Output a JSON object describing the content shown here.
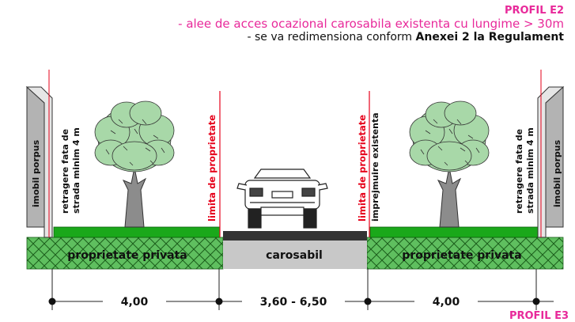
{
  "header": {
    "title": "PROFIL E2",
    "line1": "- alee de acces ocazional carosabila existenta cu lungime > 30m",
    "line2_prefix": "- se va redimensiona conform ",
    "line2_bold": "Anexei 2 la Regulament",
    "next_title_partial": "PROFIL E3"
  },
  "labels": {
    "left_building": "imobil porpus",
    "right_building": "imobil porpus",
    "left_setback_line1": "retragere fata de",
    "left_setback_line2": "strada minim 4 m",
    "right_setback_line1": "retragere fata de",
    "right_setback_line2": "strada minim 4 m",
    "left_property_limit": "limita de proprietate",
    "right_property_limit": "limita de proprietate",
    "right_fence": "imprejmuire existenta"
  },
  "zones": {
    "left": "proprietate privata",
    "middle": "carosabil",
    "right": "proprietate privata"
  },
  "dimensions": {
    "left": "4,00",
    "middle": "3,60 - 6,50",
    "right": "4,00"
  },
  "colors": {
    "accent_magenta": "#e8299a",
    "limit_red": "#e6001a",
    "grass_green": "#1aa81a",
    "hatch_green": "#5fbf5f",
    "road_grey": "#c8c8c8",
    "asphalt": "#333333",
    "tree_green": "#a8d8a8"
  }
}
